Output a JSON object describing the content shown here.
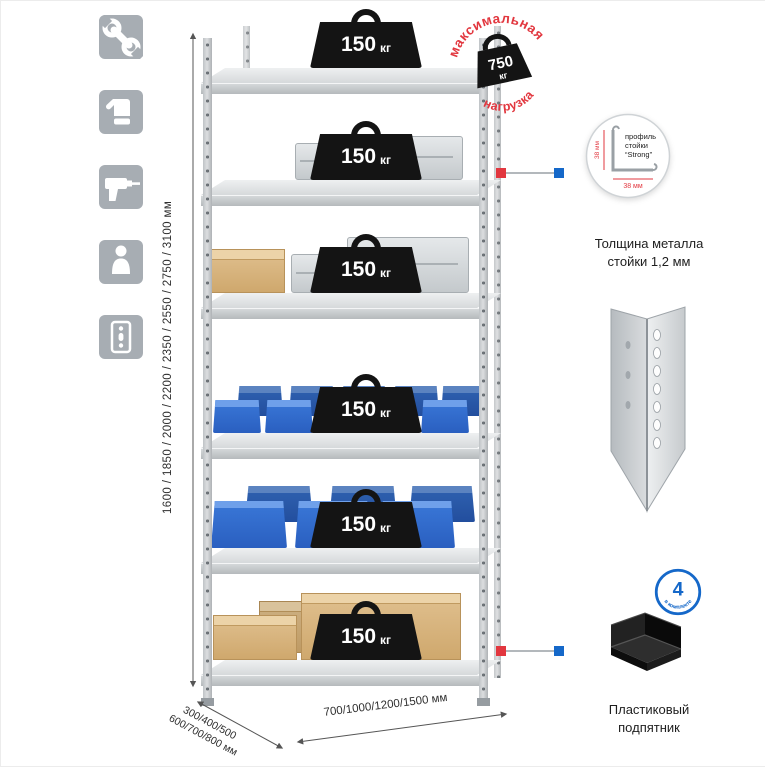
{
  "colors": {
    "accent_red": "#e2373f",
    "accent_blue": "#1568c9",
    "icon_tile": "#a7adb3",
    "weight_black": "#141414"
  },
  "side_icons": [
    {
      "name": "wrench-icon"
    },
    {
      "name": "gloves-icon"
    },
    {
      "name": "drill-icon"
    },
    {
      "name": "person-icon"
    },
    {
      "name": "mount-plate-icon"
    }
  ],
  "dimensions": {
    "height": "1600 / 1850 / 2000 / 2200 / 2350 / 2550 / 2750 / 3100 мм",
    "depth_line1": "300/400/500",
    "depth_line2": "600/700/800 мм",
    "width": "700/1000/1200/1500 мм"
  },
  "shelf_weight": {
    "value": "150",
    "unit": "кг"
  },
  "stamp": {
    "arc_top": "максимальная",
    "arc_bottom": "нагрузка",
    "value": "750",
    "unit": "кг"
  },
  "profile_callout": {
    "dim_vertical": "38 мм",
    "dim_horizontal": "38 мм",
    "label_line1": "профиль",
    "label_line2": "стойки",
    "label_line3": "“Strong”",
    "caption_line1": "Толщина металла",
    "caption_line2": "стойки 1,2 мм"
  },
  "foot_callout": {
    "badge_value": "4",
    "badge_text": "в комплекте",
    "caption_line1": "Пластиковый",
    "caption_line2": "подпятник"
  }
}
